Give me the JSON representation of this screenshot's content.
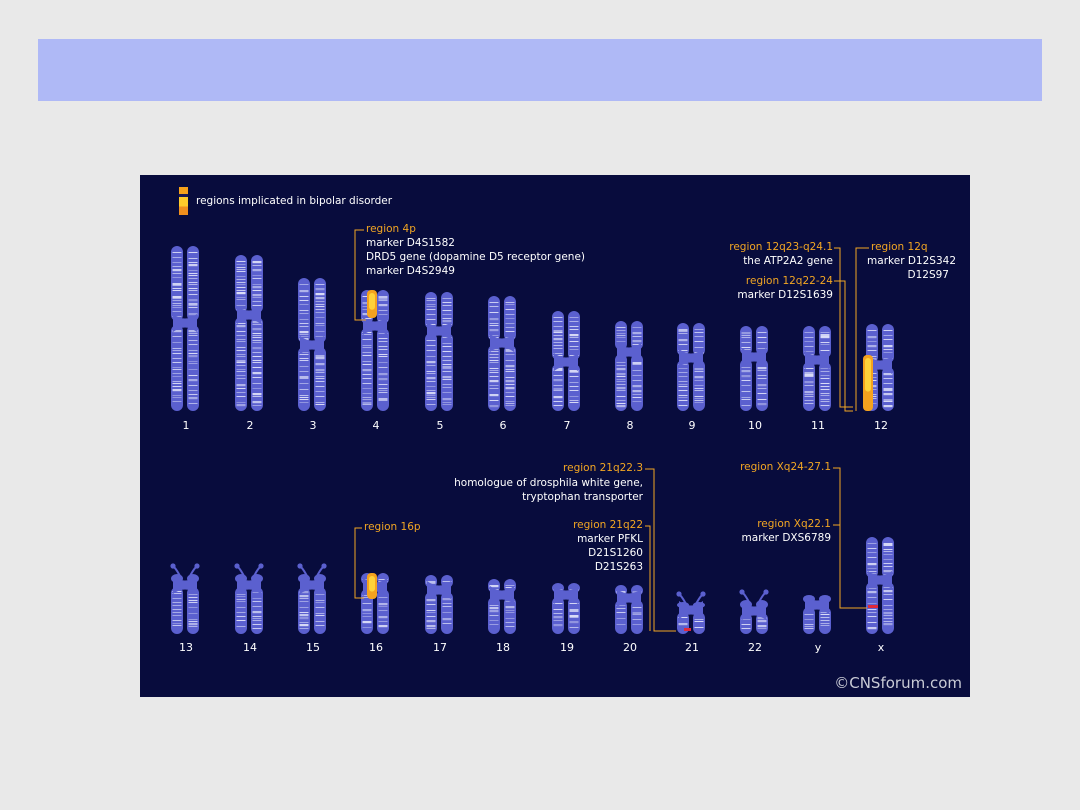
{
  "legend": {
    "label": "regions  implicated in bipolar disorder"
  },
  "chromosome_labels": {
    "row1": [
      "1",
      "2",
      "3",
      "4",
      "5",
      "6",
      "7",
      "8",
      "9",
      "10",
      "11",
      "12"
    ],
    "row2": [
      "13",
      "14",
      "15",
      "16",
      "17",
      "18",
      "19",
      "20",
      "21",
      "22",
      "y",
      "x"
    ]
  },
  "annotations": {
    "region_4p": {
      "title": "region 4p",
      "lines": [
        "marker D4S1582",
        "DRD5 gene (dopamine D5 receptor gene)",
        "marker D4S2949"
      ]
    },
    "region_12q23": {
      "title": "region 12q23-q24.1",
      "lines": [
        "the ATP2A2 gene"
      ]
    },
    "region_12q22": {
      "title": "region 12q22-24",
      "lines": [
        "marker D12S1639"
      ]
    },
    "region_12q": {
      "title": "region 12q",
      "lines": [
        "marker D12S342",
        "D12S97"
      ]
    },
    "region_21q22_3": {
      "title": "region 21q22.3",
      "lines": [
        "homologue of drosphila white gene,",
        "tryptophan transporter"
      ]
    },
    "region_21q22": {
      "title": "region 21q22",
      "lines": [
        "marker PFKL",
        "D21S1260",
        "D21S263"
      ]
    },
    "region_16p": {
      "title": "region 16p",
      "lines": []
    },
    "region_xq24": {
      "title": "region Xq24-27.1",
      "lines": []
    },
    "region_xq22": {
      "title": "region Xq22.1",
      "lines": [
        "marker DXS6789"
      ]
    }
  },
  "copyright": "©CNSforum.com",
  "colors": {
    "background": "#080c3d",
    "chromosome": "#5b60cf",
    "band": "#e7e9fb",
    "highlight": "#f5a21e",
    "highlight_core": "#ffd23a",
    "marker": "#e0293a",
    "annotation_title": "#f2a623",
    "header_bar": "#afb9f6"
  }
}
